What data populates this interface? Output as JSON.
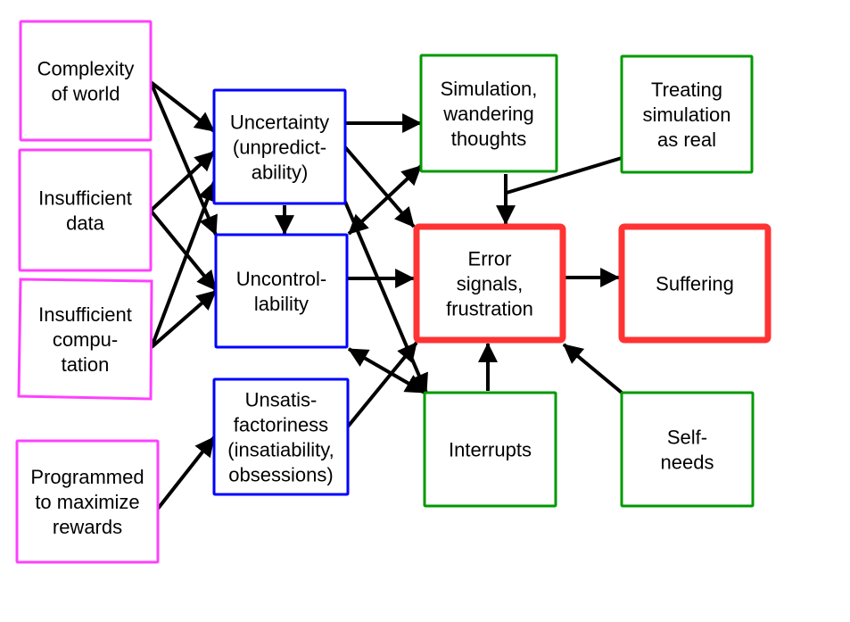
{
  "diagram": {
    "colors": {
      "cause": "#ff40ff",
      "uncertainty": "#0000ff",
      "mental": "#009900",
      "outcome": "#ff3333",
      "arrow": "#000000"
    },
    "nodes": [
      {
        "id": "complexity",
        "category": "cause",
        "lines": [
          "Complexity",
          "of world"
        ]
      },
      {
        "id": "insufficient-data",
        "category": "cause",
        "lines": [
          "Insufficient",
          "data"
        ]
      },
      {
        "id": "insufficient-computation",
        "category": "cause",
        "lines": [
          "Insufficient",
          "compu-",
          "tation"
        ]
      },
      {
        "id": "programmed",
        "category": "cause",
        "lines": [
          "Programmed",
          "to maximize",
          "rewards"
        ]
      },
      {
        "id": "uncertainty",
        "category": "uncertainty",
        "lines": [
          "Uncertainty",
          "(unpredict-",
          "ability)"
        ]
      },
      {
        "id": "uncontrollability",
        "category": "uncertainty",
        "lines": [
          "Uncontrol-",
          "lability"
        ]
      },
      {
        "id": "unsatisfactoriness",
        "category": "uncertainty",
        "lines": [
          "Unsatis-",
          "factoriness",
          "(insatiability,",
          "obsessions)"
        ]
      },
      {
        "id": "simulation",
        "category": "mental",
        "lines": [
          "Simulation,",
          "wandering",
          "thoughts"
        ]
      },
      {
        "id": "treating-simulation",
        "category": "mental",
        "lines": [
          "Treating",
          "simulation",
          "as real"
        ]
      },
      {
        "id": "interrupts",
        "category": "mental",
        "lines": [
          "Interrupts"
        ]
      },
      {
        "id": "self-needs",
        "category": "mental",
        "lines": [
          "Self-",
          "needs"
        ]
      },
      {
        "id": "error-signals",
        "category": "outcome",
        "lines": [
          "Error",
          "signals,",
          "frustration"
        ]
      },
      {
        "id": "suffering",
        "category": "outcome",
        "lines": [
          "Suffering"
        ]
      }
    ],
    "edges": [
      {
        "from": "complexity",
        "to": "uncertainty"
      },
      {
        "from": "complexity",
        "to": "uncontrollability"
      },
      {
        "from": "insufficient-data",
        "to": "uncertainty"
      },
      {
        "from": "insufficient-data",
        "to": "uncontrollability"
      },
      {
        "from": "insufficient-computation",
        "to": "uncertainty"
      },
      {
        "from": "insufficient-computation",
        "to": "uncontrollability"
      },
      {
        "from": "programmed",
        "to": "unsatisfactoriness"
      },
      {
        "from": "uncertainty",
        "to": "simulation"
      },
      {
        "from": "uncertainty",
        "to": "uncontrollability"
      },
      {
        "from": "uncertainty",
        "to": "error-signals"
      },
      {
        "from": "uncertainty",
        "to": "interrupts"
      },
      {
        "from": "uncontrollability",
        "to": "simulation",
        "bidirectional": true
      },
      {
        "from": "uncontrollability",
        "to": "error-signals"
      },
      {
        "from": "uncontrollability",
        "to": "interrupts",
        "bidirectional": true
      },
      {
        "from": "unsatisfactoriness",
        "to": "error-signals"
      },
      {
        "from": "simulation",
        "to": "error-signals"
      },
      {
        "from": "treating-simulation",
        "to": "error-signals"
      },
      {
        "from": "interrupts",
        "to": "error-signals"
      },
      {
        "from": "self-needs",
        "to": "error-signals"
      },
      {
        "from": "error-signals",
        "to": "suffering"
      }
    ]
  }
}
